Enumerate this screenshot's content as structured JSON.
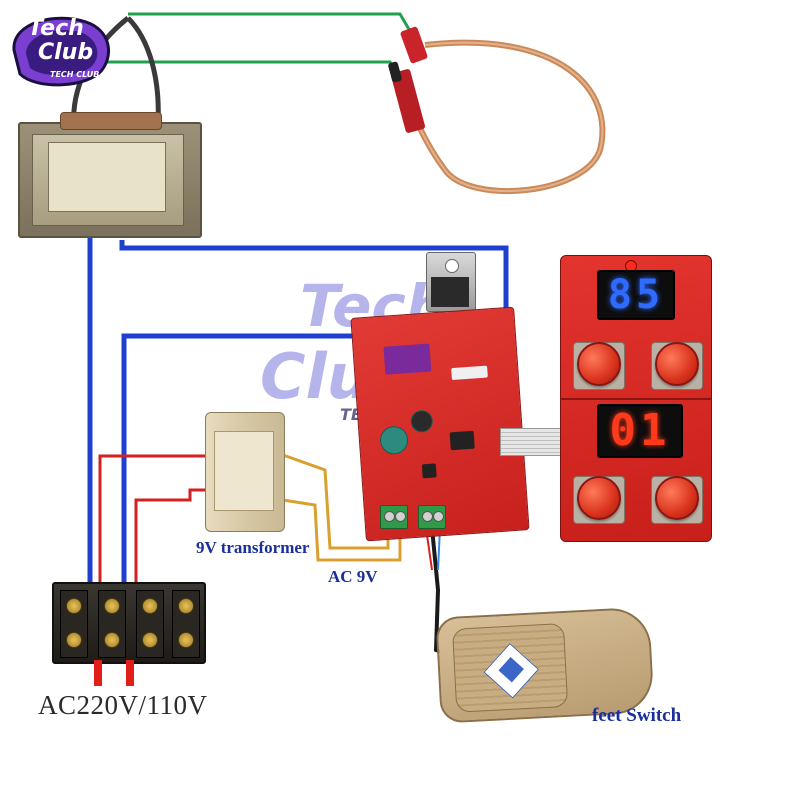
{
  "labels": {
    "transformer_9v": "9V transformer",
    "ac_9v": "AC 9V",
    "mains_input": "AC220V/110V",
    "foot_switch": "feet Switch"
  },
  "logo": {
    "line1": "Tech",
    "line2": "Club",
    "tagline": "TECH CLUB"
  },
  "displays": {
    "top_value": "85",
    "bottom_value": "01"
  },
  "colors": {
    "primary_wire": "#1f3fd0",
    "welding_lead": "#22a050",
    "secondary_wire": "#d42020",
    "ac_9v_wire": "#d9a030",
    "label_blue": "#1a2f9a",
    "pcb_red": "#d42a24",
    "display_blue": "#2f6bff",
    "display_red": "#ff3a1a"
  }
}
